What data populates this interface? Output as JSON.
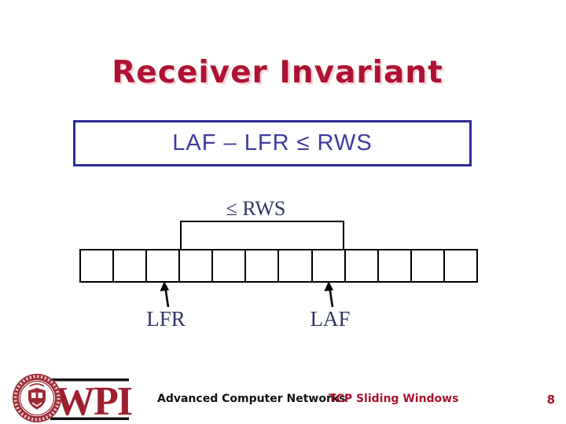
{
  "slide": {
    "title": "Receiver Invariant",
    "invariant_formula": "LAF – LFR ≤ RWS",
    "diagram": {
      "rws_label": "≤ RWS",
      "cell_count": 12,
      "bracket_start_cell": 4,
      "bracket_end_cell": 8,
      "lfr_label": "LFR",
      "laf_label": "LAF"
    },
    "footer": {
      "logo_text": "WPI",
      "course": "Advanced Computer Networks",
      "topic": "TCP Sliding Windows",
      "page_number": "8"
    },
    "colors": {
      "title_red": "#AE1232",
      "box_blue": "#2D2D96",
      "formula_blue": "#3C3CA0",
      "label_blue": "#2F3566",
      "footer_red": "#A8112D",
      "logo_red": "#9C2B35",
      "line_black": "#000000"
    }
  }
}
